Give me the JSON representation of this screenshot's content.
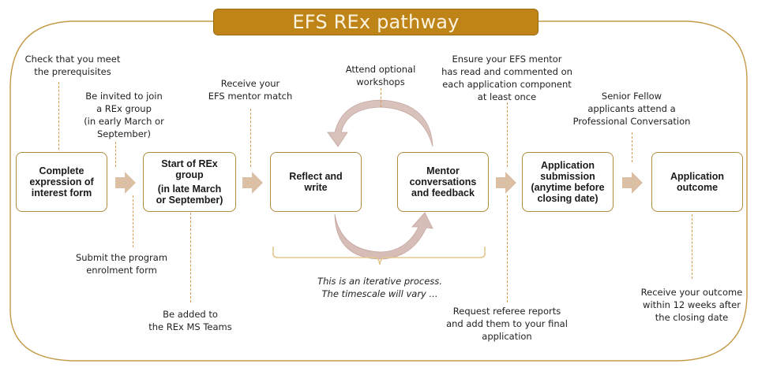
{
  "title": "EFS REx pathway",
  "colors": {
    "title_fill": "#bf8418",
    "frame_line": "#c49a48",
    "box_border": "#b08a3e",
    "arrow_fill": "#dcc0a5",
    "dash": "#d19a50",
    "cycle_arrow": "#c9aaa4"
  },
  "steps": [
    {
      "id": "eoi",
      "lines": [
        "Complete",
        "expression of",
        "interest form"
      ]
    },
    {
      "id": "start",
      "lines": [
        "Start of REx",
        "group"
      ],
      "sub": [
        "(in late March",
        "or September)"
      ]
    },
    {
      "id": "reflect",
      "lines": [
        "Reflect and",
        "write"
      ]
    },
    {
      "id": "mentor",
      "lines": [
        "Mentor",
        "conversations",
        "and feedback"
      ]
    },
    {
      "id": "submission",
      "lines": [
        "Application",
        "submission",
        "(anytime before",
        "closing date)"
      ]
    },
    {
      "id": "outcome",
      "lines": [
        "Application",
        "outcome"
      ]
    }
  ],
  "notes": {
    "prerequisites": [
      "Check that you meet",
      "the prerequisites"
    ],
    "invited": [
      "Be invited to join",
      "a REx group",
      "(in early March or",
      "September)"
    ],
    "mentor_match": [
      "Receive your",
      "EFS mentor match"
    ],
    "workshops": [
      "Attend optional",
      "workshops"
    ],
    "ensure_mentor": [
      "Ensure your EFS mentor",
      "has read and commented on",
      "each application component",
      "at least once"
    ],
    "senior_fellow": [
      "Senior Fellow",
      "applicants attend a",
      "Professional Conversation"
    ],
    "enrolment": [
      "Submit the program",
      "enrolment form"
    ],
    "ms_teams": [
      "Be added to",
      "the REx MS Teams"
    ],
    "iterative": [
      "This is an iterative process.",
      "The timescale will vary ..."
    ],
    "referee": [
      "Request referee reports",
      "and add them to your final",
      "application"
    ],
    "outcome_time": [
      "Receive your outcome",
      "within 12 weeks after",
      "the closing date"
    ]
  }
}
